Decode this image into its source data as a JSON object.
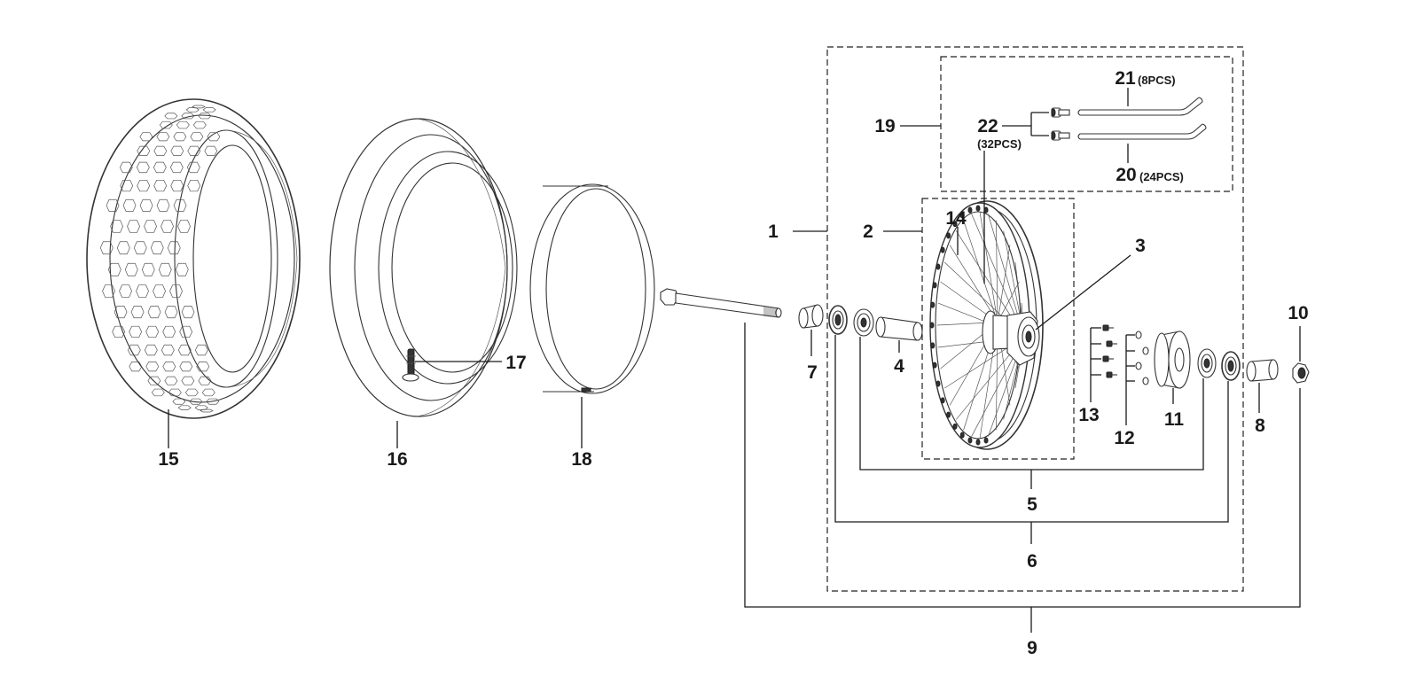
{
  "callouts": {
    "c1": "1",
    "c2": "2",
    "c3": "3",
    "c4": "4",
    "c5": "5",
    "c6": "6",
    "c7": "7",
    "c8": "8",
    "c9": "9",
    "c10": "10",
    "c11": "11",
    "c12": "12",
    "c13": "13",
    "c14": "14",
    "c15": "15",
    "c16": "16",
    "c17": "17",
    "c18": "18",
    "c19": "19",
    "c20": "20",
    "c21": "21",
    "c22": "22"
  },
  "quantities": {
    "q20": "(24PCS)",
    "q21": "(8PCS)",
    "q22": "(32PCS)"
  },
  "colors": {
    "line": "#1a1a1a",
    "background": "#ffffff"
  }
}
